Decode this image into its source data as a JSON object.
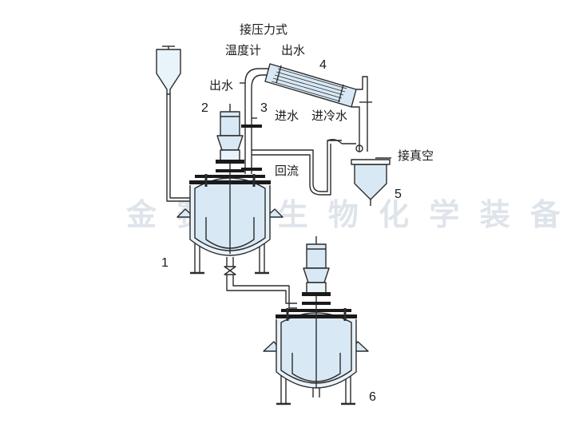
{
  "labels": {
    "pressure_gauge": "接压力式",
    "thermometer": "温度计",
    "water_out_top": "出水",
    "water_out_left": "出水",
    "water_in": "进水",
    "cold_water_in": "进冷水",
    "reflux": "回流",
    "vacuum": "接真空"
  },
  "numbers": {
    "n1": "1",
    "n2": "2",
    "n3": "3",
    "n4": "4",
    "n5": "5",
    "n6": "6"
  },
  "watermark": "金 赛 特 生 物 化 学 装 备",
  "colors": {
    "line": "#2b2b2b",
    "vessel_fill": "#d8e9f5",
    "vessel_fill_light": "#e9f3fa",
    "dark_band": "#1a1a1a",
    "watermark": "#dfe4ea"
  }
}
